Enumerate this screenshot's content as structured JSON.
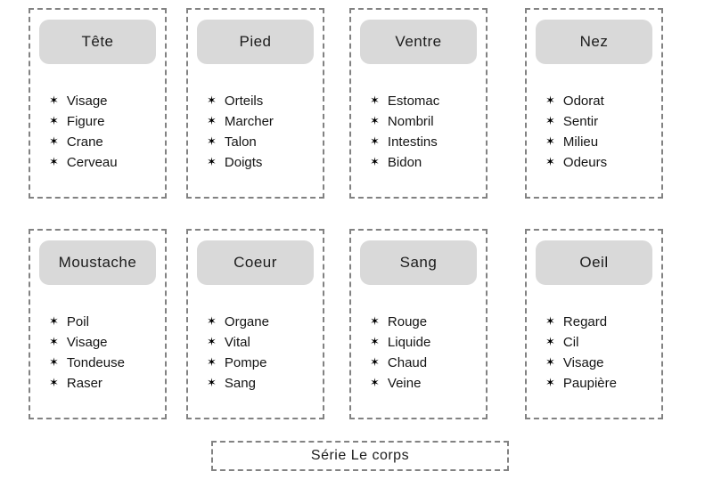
{
  "bullet_icon": "✶",
  "colors": {
    "header_fill": "#d9d9d9",
    "dashed_border": "#828282",
    "text": "#141414",
    "background": "#ffffff"
  },
  "cards": [
    {
      "title": "Tête",
      "items": [
        "Visage",
        "Figure",
        "Crane",
        "Cerveau"
      ]
    },
    {
      "title": "Pied",
      "items": [
        "Orteils",
        "Marcher",
        "Talon",
        "Doigts"
      ]
    },
    {
      "title": "Ventre",
      "items": [
        "Estomac",
        "Nombril",
        "Intestins",
        "Bidon"
      ]
    },
    {
      "title": "Nez",
      "items": [
        "Odorat",
        "Sentir",
        "Milieu",
        "Odeurs"
      ]
    },
    {
      "title": "Moustache",
      "items": [
        "Poil",
        "Visage",
        "Tondeuse",
        "Raser"
      ]
    },
    {
      "title": "Coeur",
      "items": [
        "Organe",
        "Vital",
        "Pompe",
        "Sang"
      ]
    },
    {
      "title": "Sang",
      "items": [
        "Rouge",
        "Liquide",
        "Chaud",
        "Veine"
      ]
    },
    {
      "title": "Oeil",
      "items": [
        "Regard",
        "Cil",
        "Visage",
        "Paupière"
      ]
    }
  ],
  "footer": {
    "label": "Série Le corps"
  }
}
